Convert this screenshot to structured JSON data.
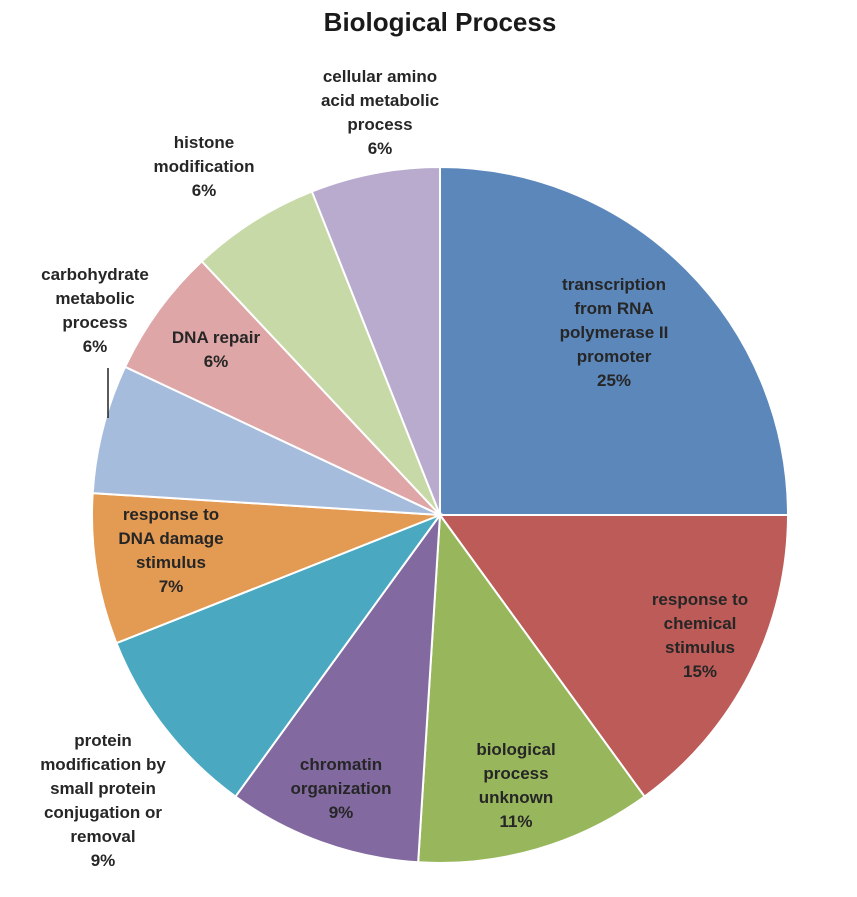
{
  "chart_data": {
    "type": "pie",
    "title": "Biological Process",
    "slices": [
      {
        "label": "transcription from RNA polymerase II promoter",
        "label_lines": [
          "transcription",
          "from RNA",
          "polymerase II",
          "promoter"
        ],
        "percent_label": "25%",
        "value": 25,
        "color": "#5b87bb"
      },
      {
        "label": "response to chemical stimulus",
        "label_lines": [
          "response to",
          "chemical",
          "stimulus"
        ],
        "percent_label": "15%",
        "value": 15,
        "color": "#bc5b57"
      },
      {
        "label": "biological process unknown",
        "label_lines": [
          "biological",
          "process",
          "unknown"
        ],
        "percent_label": "11%",
        "value": 11,
        "color": "#98b75d"
      },
      {
        "label": "chromatin organization",
        "label_lines": [
          "chromatin",
          "organization"
        ],
        "percent_label": "9%",
        "value": 9,
        "color": "#8269a0"
      },
      {
        "label": "protein modification by small protein conjugation or removal",
        "label_lines": [
          "protein",
          "modification by",
          "small protein",
          "conjugation or",
          "removal"
        ],
        "percent_label": "9%",
        "value": 9,
        "color": "#4aa9c0"
      },
      {
        "label": "response to DNA damage stimulus",
        "label_lines": [
          "response to",
          "DNA damage",
          "stimulus"
        ],
        "percent_label": "7%",
        "value": 7,
        "color": "#e39a52"
      },
      {
        "label": "carbohydrate metabolic process",
        "label_lines": [
          "carbohydrate",
          "metabolic",
          "process"
        ],
        "percent_label": "6%",
        "value": 6,
        "color": "#a6bcdd"
      },
      {
        "label": "DNA repair",
        "label_lines": [
          "DNA repair"
        ],
        "percent_label": "6%",
        "value": 6,
        "color": "#dea6a6"
      },
      {
        "label": "histone modification",
        "label_lines": [
          "histone",
          "modification"
        ],
        "percent_label": "6%",
        "value": 6,
        "color": "#c7d9a6"
      },
      {
        "label": "cellular amino acid metabolic process",
        "label_lines": [
          "cellular amino",
          "acid metabolic",
          "process"
        ],
        "percent_label": "6%",
        "value": 6,
        "color": "#b8abcd"
      }
    ],
    "start_angle": "12 o'clock",
    "direction": "clockwise",
    "legend": "none"
  }
}
